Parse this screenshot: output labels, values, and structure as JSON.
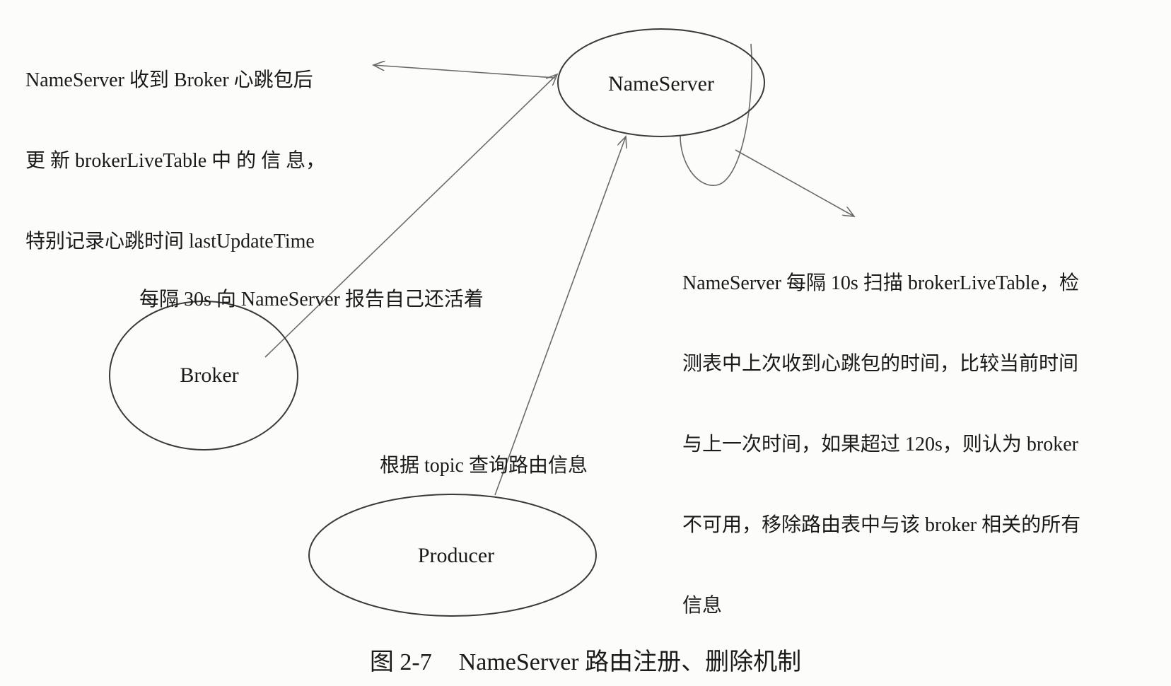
{
  "nodes": {
    "nameserver": "NameServer",
    "broker": "Broker",
    "producer": "Producer"
  },
  "annotations": {
    "heartbeat_update": [
      "NameServer 收到 Broker 心跳包后",
      "更 新 brokerLiveTable 中 的 信 息，",
      "特别记录心跳时间 lastUpdateTime"
    ],
    "broker_report": "每隔 30s 向 NameServer 报告自己还活着",
    "producer_query": "根据 topic 查询路由信息",
    "scan_description": [
      "NameServer 每隔 10s 扫描 brokerLiveTable，检",
      "测表中上次收到心跳包的时间，比较当前时间",
      "与上一次时间，如果超过 120s，则认为 broker",
      "不可用，移除路由表中与该 broker 相关的所有",
      "信息"
    ]
  },
  "caption": {
    "figure_number": "图 2-7",
    "title": "NameServer 路由注册、删除机制"
  }
}
